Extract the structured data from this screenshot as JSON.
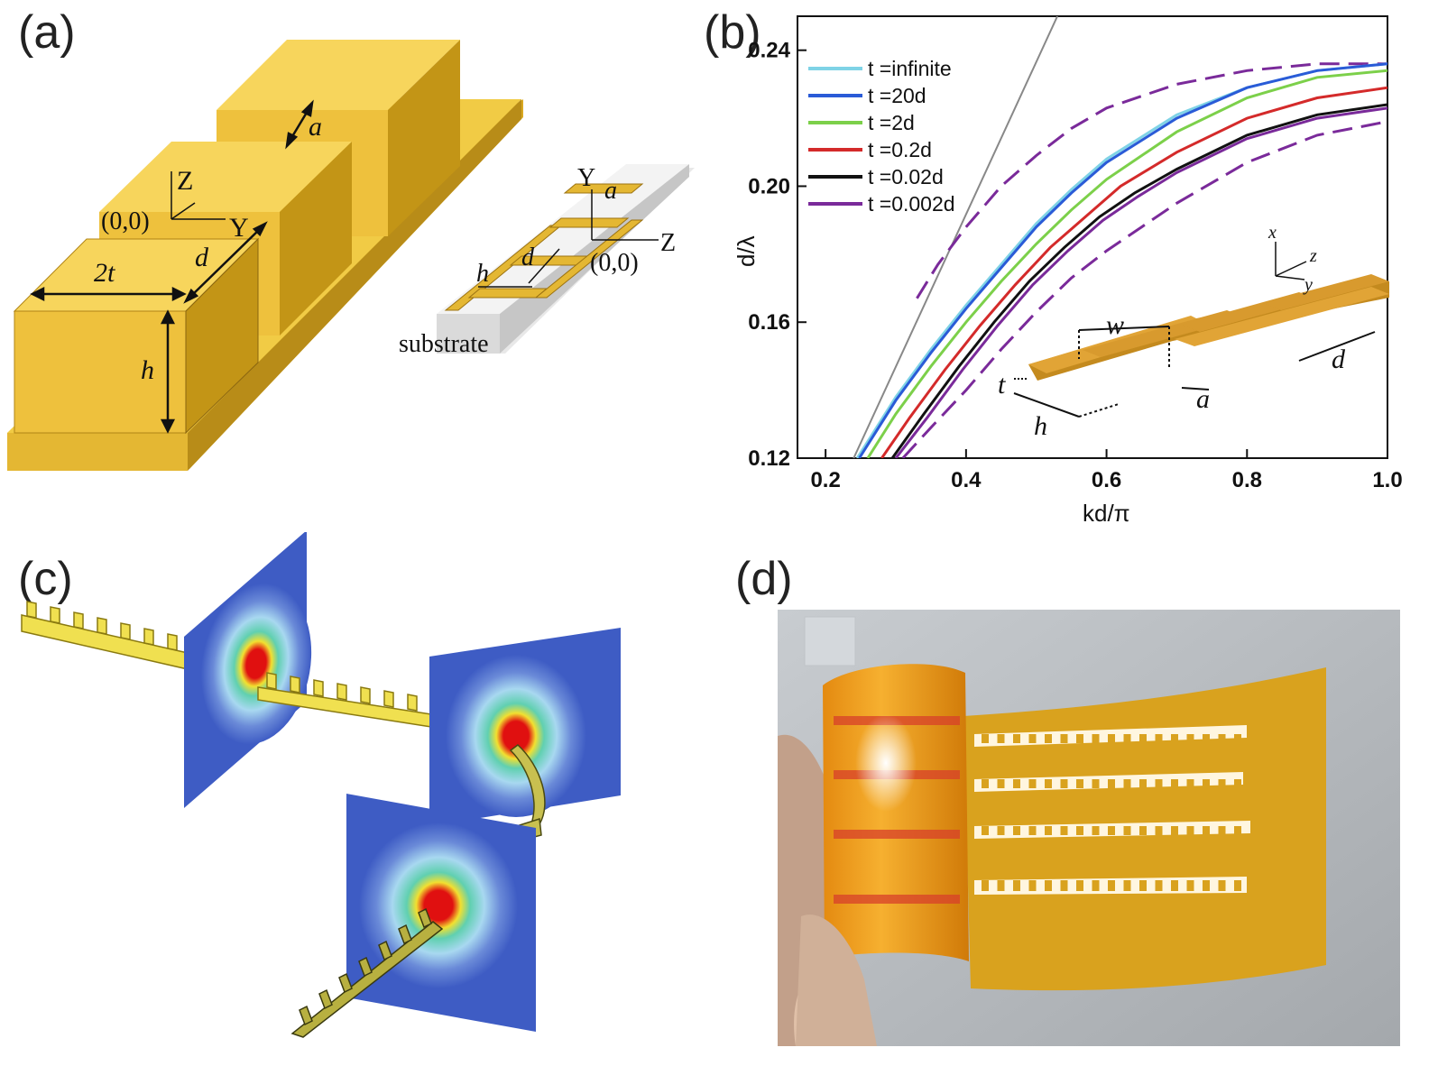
{
  "panels": {
    "a": {
      "label": "(a)",
      "sym_a": "a",
      "sym_Z": "Z",
      "sym_Y": "Y",
      "origin": "(0,0)",
      "sym_2t": "2t",
      "sym_d": "d",
      "sym_h": "h",
      "inset": {
        "Y": "Y",
        "a": "a",
        "d": "d",
        "h": "h",
        "Z": "Z",
        "origin": "(0,0)",
        "substrate": "substrate"
      }
    },
    "b": {
      "label": "(b)",
      "inset": {
        "x": "x",
        "z": "z",
        "y": "y",
        "w": "w",
        "t": "t",
        "a": "a",
        "d": "d",
        "h": "h"
      }
    },
    "c": {
      "label": "(c)"
    },
    "d": {
      "label": "(d)"
    }
  },
  "chart_data": {
    "type": "line",
    "xlabel": "kd/π",
    "ylabel": "d/λ",
    "xlim": [
      0.16,
      1.0
    ],
    "ylim": [
      0.12,
      0.25
    ],
    "xticks": [
      "0.2",
      "0.4",
      "0.6",
      "0.8",
      "1.0"
    ],
    "yticks": [
      "0.12",
      "0.16",
      "0.20",
      "0.24"
    ],
    "legend_position": "top-left",
    "light_line": {
      "x": [
        0.24,
        0.53
      ],
      "y": [
        0.12,
        0.25
      ],
      "color": "#888888"
    },
    "series": [
      {
        "name": "t =infinite",
        "color": "#7fd3e6",
        "x": [
          0.245,
          0.3,
          0.35,
          0.4,
          0.45,
          0.5,
          0.55,
          0.6,
          0.7,
          0.8,
          0.9,
          1.0
        ],
        "y": [
          0.12,
          0.138,
          0.152,
          0.165,
          0.177,
          0.189,
          0.199,
          0.208,
          0.221,
          0.229,
          0.234,
          0.236
        ]
      },
      {
        "name": "t =20d",
        "color": "#2a5bd7",
        "x": [
          0.248,
          0.3,
          0.35,
          0.4,
          0.45,
          0.5,
          0.55,
          0.6,
          0.7,
          0.8,
          0.9,
          1.0
        ],
        "y": [
          0.12,
          0.137,
          0.151,
          0.164,
          0.176,
          0.188,
          0.198,
          0.207,
          0.22,
          0.229,
          0.234,
          0.236
        ]
      },
      {
        "name": "t =2d",
        "color": "#7cd04a",
        "x": [
          0.26,
          0.3,
          0.35,
          0.4,
          0.45,
          0.5,
          0.55,
          0.6,
          0.7,
          0.8,
          0.9,
          1.0
        ],
        "y": [
          0.12,
          0.133,
          0.147,
          0.16,
          0.172,
          0.183,
          0.193,
          0.202,
          0.216,
          0.226,
          0.232,
          0.234
        ]
      },
      {
        "name": "t =0.2d",
        "color": "#d42a2a",
        "x": [
          0.28,
          0.32,
          0.37,
          0.42,
          0.47,
          0.52,
          0.57,
          0.62,
          0.7,
          0.8,
          0.9,
          1.0
        ],
        "y": [
          0.12,
          0.132,
          0.146,
          0.159,
          0.171,
          0.182,
          0.191,
          0.2,
          0.21,
          0.22,
          0.226,
          0.229
        ]
      },
      {
        "name": "t =0.02d",
        "color": "#111111",
        "x": [
          0.295,
          0.34,
          0.39,
          0.44,
          0.49,
          0.54,
          0.59,
          0.64,
          0.7,
          0.8,
          0.9,
          1.0
        ],
        "y": [
          0.12,
          0.133,
          0.147,
          0.16,
          0.172,
          0.182,
          0.191,
          0.198,
          0.205,
          0.215,
          0.221,
          0.224
        ]
      },
      {
        "name": "t =0.002d",
        "color": "#7a2a9a",
        "x": [
          0.3,
          0.345,
          0.395,
          0.445,
          0.495,
          0.545,
          0.595,
          0.645,
          0.7,
          0.8,
          0.9,
          1.0
        ],
        "y": [
          0.12,
          0.132,
          0.146,
          0.159,
          0.171,
          0.181,
          0.19,
          0.197,
          0.204,
          0.214,
          0.22,
          0.223
        ]
      }
    ],
    "dashed_series": [
      {
        "color": "#7a2a9a",
        "x": [
          0.33,
          0.36,
          0.4,
          0.45,
          0.5,
          0.55,
          0.6,
          0.7,
          0.8,
          0.9,
          1.0
        ],
        "y": [
          0.167,
          0.177,
          0.188,
          0.2,
          0.209,
          0.217,
          0.223,
          0.23,
          0.234,
          0.236,
          0.236
        ]
      },
      {
        "color": "#7a2a9a",
        "x": [
          0.31,
          0.35,
          0.4,
          0.45,
          0.5,
          0.55,
          0.6,
          0.65,
          0.7,
          0.8,
          0.9,
          1.0
        ],
        "y": [
          0.12,
          0.129,
          0.14,
          0.152,
          0.163,
          0.173,
          0.181,
          0.188,
          0.195,
          0.207,
          0.215,
          0.219
        ]
      }
    ]
  }
}
